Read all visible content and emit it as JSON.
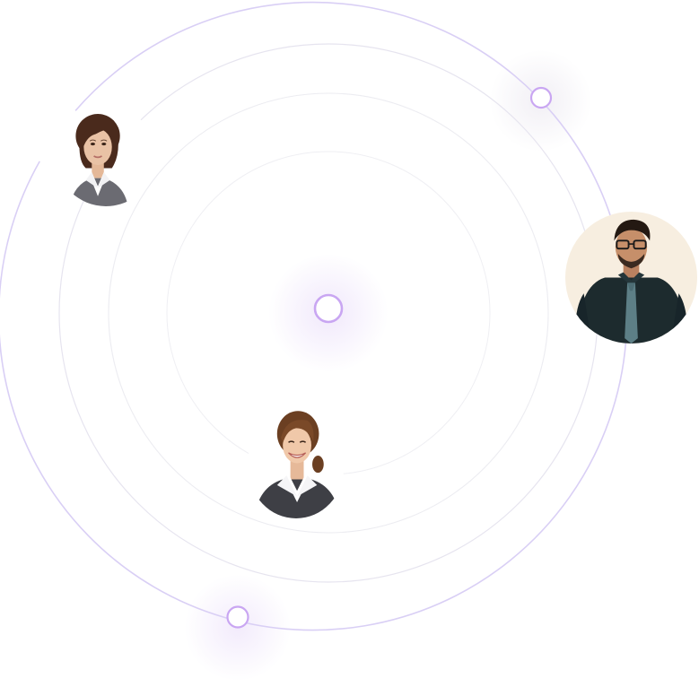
{
  "theme": {
    "accent": "#c9a6f2",
    "ring_outer": "#d8cdf5",
    "ring_inner": "#ebebf0",
    "background": "#ffffff"
  },
  "people": [
    {
      "id": "woman-business-top-left",
      "icon": "person-avatar-woman-business",
      "hair": "#4a2a1c",
      "skin": "#e9c2a5",
      "suit": "#6b6b72",
      "shirt": "#ffffff",
      "bg": "#ffffff"
    },
    {
      "id": "man-glasses-right",
      "icon": "person-avatar-man-glasses",
      "hair": "#241912",
      "skin": "#c68f6a",
      "suit": "#1d2b2e",
      "shirt": "#1d2b2e",
      "tie": "#5d7f86",
      "bg": "#f7eee0"
    },
    {
      "id": "woman-smiling-bottom",
      "icon": "person-avatar-woman-smiling",
      "hair": "#6b3f22",
      "skin": "#f0c8a9",
      "suit": "#3e3f45",
      "shirt": "#ffffff",
      "bg": "#ffffff"
    }
  ],
  "nodes": [
    {
      "id": "node-top-right",
      "icon": "orbit-node-circle"
    },
    {
      "id": "node-center",
      "icon": "orbit-node-circle"
    },
    {
      "id": "node-bottom-left",
      "icon": "orbit-node-circle"
    }
  ]
}
